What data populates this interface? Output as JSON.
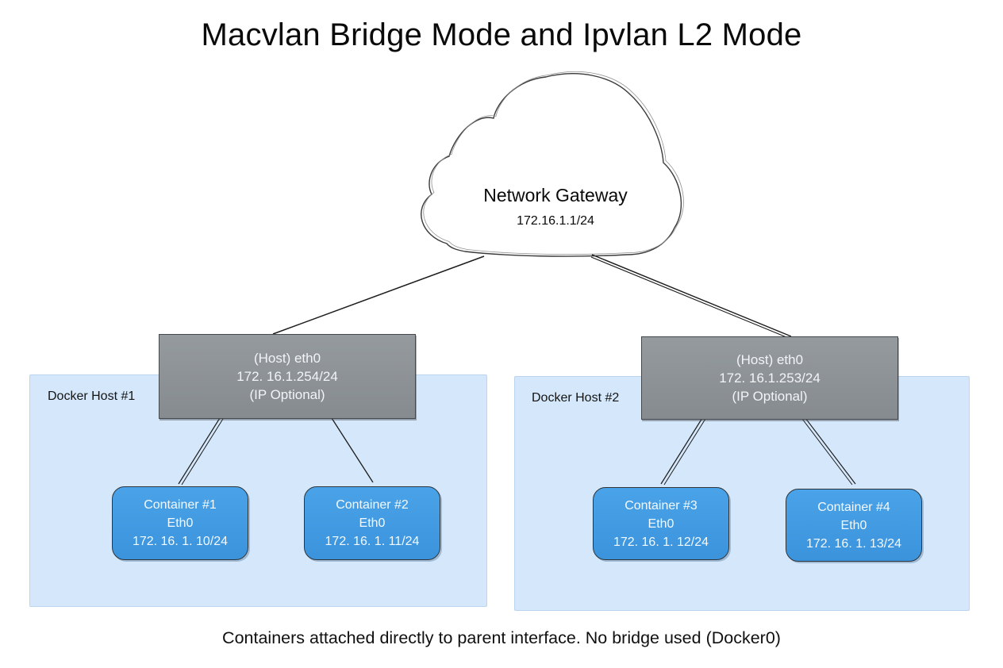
{
  "title": "Macvlan Bridge Mode and Ipvlan L2 Mode",
  "caption": "Containers attached directly to parent interface. No bridge used (Docker0)",
  "gateway": {
    "name": "Network Gateway",
    "ip": "172.16.1.1/24"
  },
  "hosts": [
    {
      "panel_label": "Docker Host #1",
      "interface": {
        "line1": "(Host) eth0",
        "line2": "172. 16.1.254/24",
        "line3": "(IP Optional)"
      },
      "containers": [
        {
          "name": "Container #1",
          "iface": "Eth0",
          "ip": "172. 16. 1. 10/24"
        },
        {
          "name": "Container #2",
          "iface": "Eth0",
          "ip": "172. 16. 1. 11/24"
        }
      ]
    },
    {
      "panel_label": "Docker Host #2",
      "interface": {
        "line1": "(Host) eth0",
        "line2": "172. 16.1.253/24",
        "line3": "(IP Optional)"
      },
      "containers": [
        {
          "name": "Container #3",
          "iface": "Eth0",
          "ip": "172. 16. 1. 12/24"
        },
        {
          "name": "Container #4",
          "iface": "Eth0",
          "ip": "172. 16. 1. 13/24"
        }
      ]
    }
  ],
  "colors": {
    "panel_blue": "#d5e8fb",
    "container_blue": "#3f9de4",
    "host_gray": "#8d9296",
    "line_dark": "#1c1c1c",
    "cloud_stroke": "#3a3a3a",
    "text_on_boxes": "#f4f9fd"
  },
  "diagram_type": "network-topology"
}
